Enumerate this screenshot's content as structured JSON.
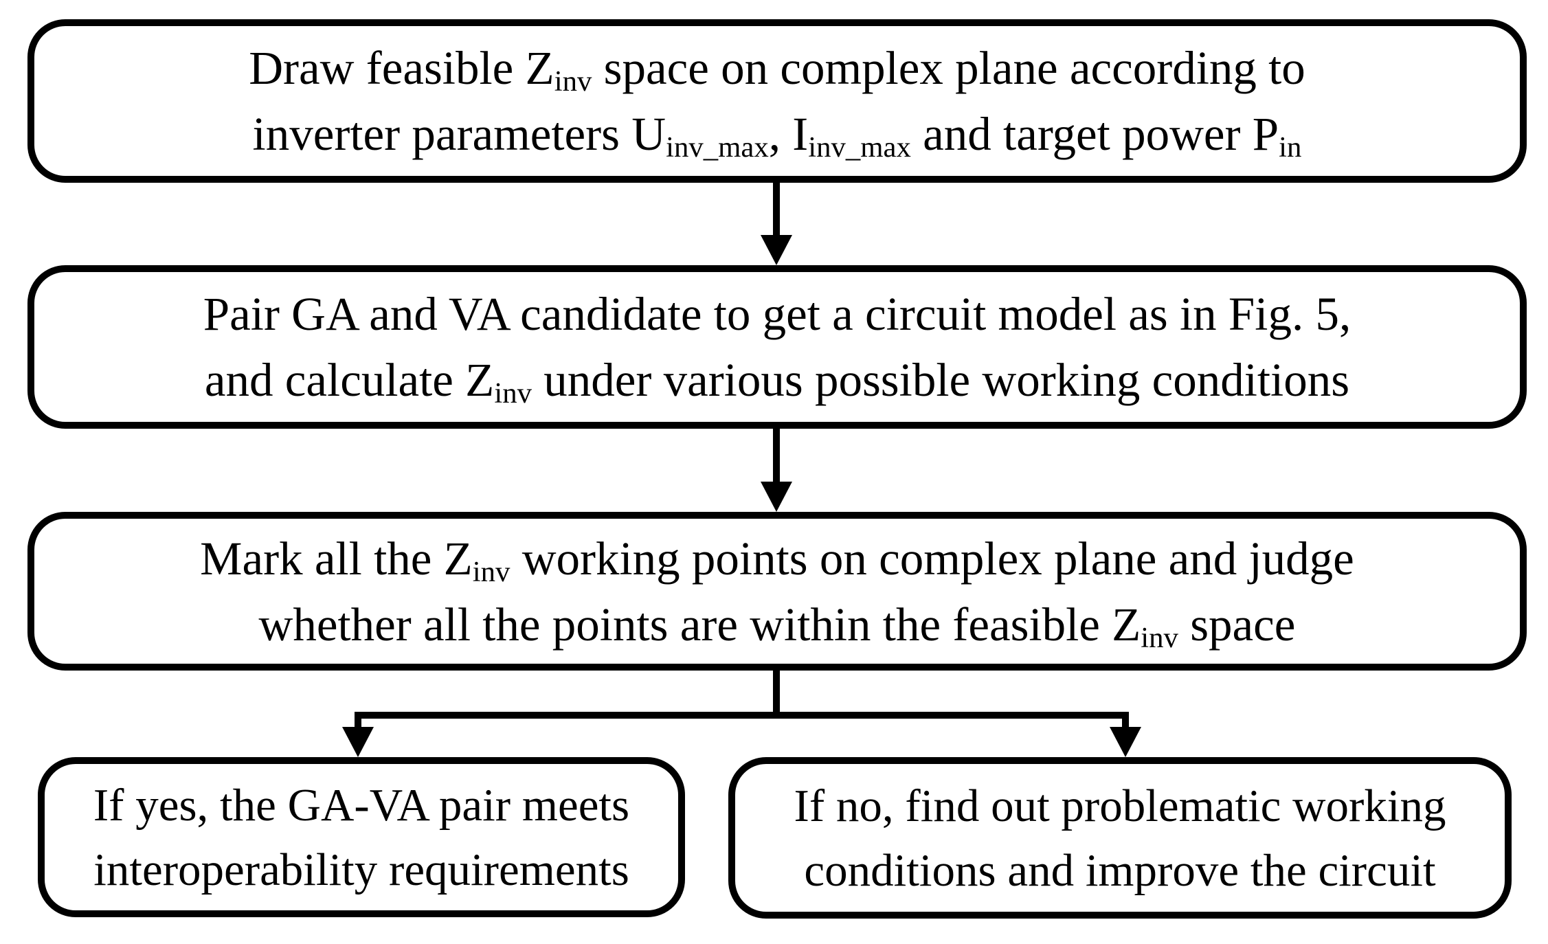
{
  "figure": {
    "type": "flowchart",
    "colors": {
      "stroke": "#000000",
      "background": "#ffffff",
      "text": "#000000"
    }
  },
  "boxes": [
    {
      "id": "step-draw-feasible-space",
      "lines": [
        [
          {
            "t": "Draw feasible Z"
          },
          {
            "t": "inv",
            "sub": true
          },
          {
            "t": " space on complex plane according to"
          }
        ],
        [
          {
            "t": "inverter parameters U"
          },
          {
            "t": "inv_max",
            "sub": true
          },
          {
            "t": ", I"
          },
          {
            "t": "inv_max",
            "sub": true
          },
          {
            "t": " and target power P"
          },
          {
            "t": "in",
            "sub": true
          }
        ]
      ]
    },
    {
      "id": "step-pair-candidates",
      "lines": [
        [
          {
            "t": "Pair GA and VA candidate to get a circuit model as in Fig. 5,"
          }
        ],
        [
          {
            "t": "and calculate Z"
          },
          {
            "t": "inv",
            "sub": true
          },
          {
            "t": " under various possible working conditions"
          }
        ]
      ]
    },
    {
      "id": "step-mark-and-judge",
      "lines": [
        [
          {
            "t": "Mark all the Z"
          },
          {
            "t": "inv",
            "sub": true
          },
          {
            "t": " working points on complex plane and judge"
          }
        ],
        [
          {
            "t": "whether all the points are within the feasible Z"
          },
          {
            "t": "inv",
            "sub": true
          },
          {
            "t": " space"
          }
        ]
      ]
    },
    {
      "id": "outcome-yes",
      "lines": [
        [
          {
            "t": "If yes, the GA-VA pair meets"
          }
        ],
        [
          {
            "t": "interoperability requirements"
          }
        ]
      ]
    },
    {
      "id": "outcome-no",
      "lines": [
        [
          {
            "t": "If no, find out problematic working"
          }
        ],
        [
          {
            "t": "conditions and improve the circuit"
          }
        ]
      ]
    }
  ],
  "edges": [
    {
      "from": "step-draw-feasible-space",
      "to": "step-pair-candidates"
    },
    {
      "from": "step-pair-candidates",
      "to": "step-mark-and-judge"
    },
    {
      "from": "step-mark-and-judge",
      "to": "outcome-yes"
    },
    {
      "from": "step-mark-and-judge",
      "to": "outcome-no"
    }
  ]
}
